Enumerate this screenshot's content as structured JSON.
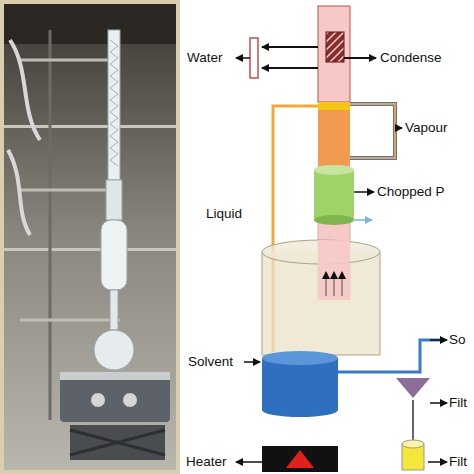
{
  "diagram": {
    "labels": [
      "Water",
      "Condense",
      "Vapour",
      "Liquid",
      "Chopped P",
      "Solvent",
      "So",
      "Filt",
      "Heater",
      "Filt"
    ]
  }
}
